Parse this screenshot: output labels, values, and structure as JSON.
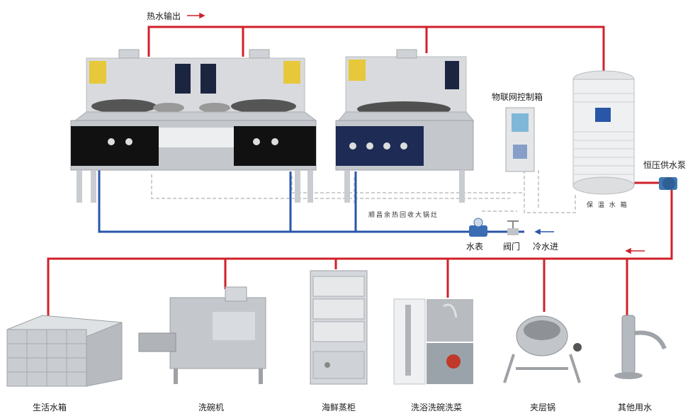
{
  "labels": {
    "hot_water_out": "热水输出",
    "iot_box": "物联网控制箱",
    "pump": "恒压供水泵",
    "tank": "保 温 水 箱",
    "stove_caption": "顺昌余热回收大锅灶",
    "meter": "水表",
    "valve": "阀门",
    "cold_in": "冷水进",
    "dest_1": "生活水箱",
    "dest_2": "洗碗机",
    "dest_3": "海鲜蒸柜",
    "dest_4": "洗浴洗碗洗菜",
    "dest_5": "夹层锅",
    "dest_6": "其他用水"
  },
  "icons": {
    "flow_arrow": "arrow-right-icon",
    "return_arrow": "arrow-left-icon"
  },
  "colors": {
    "hot_pipe": "#d0202a",
    "cold_pipe": "#2a56a8",
    "signal_line": "#c8c8c8",
    "stainless": "#c9ccd0",
    "panel_dark": "#111111",
    "panel_navy": "#1d2b55"
  }
}
